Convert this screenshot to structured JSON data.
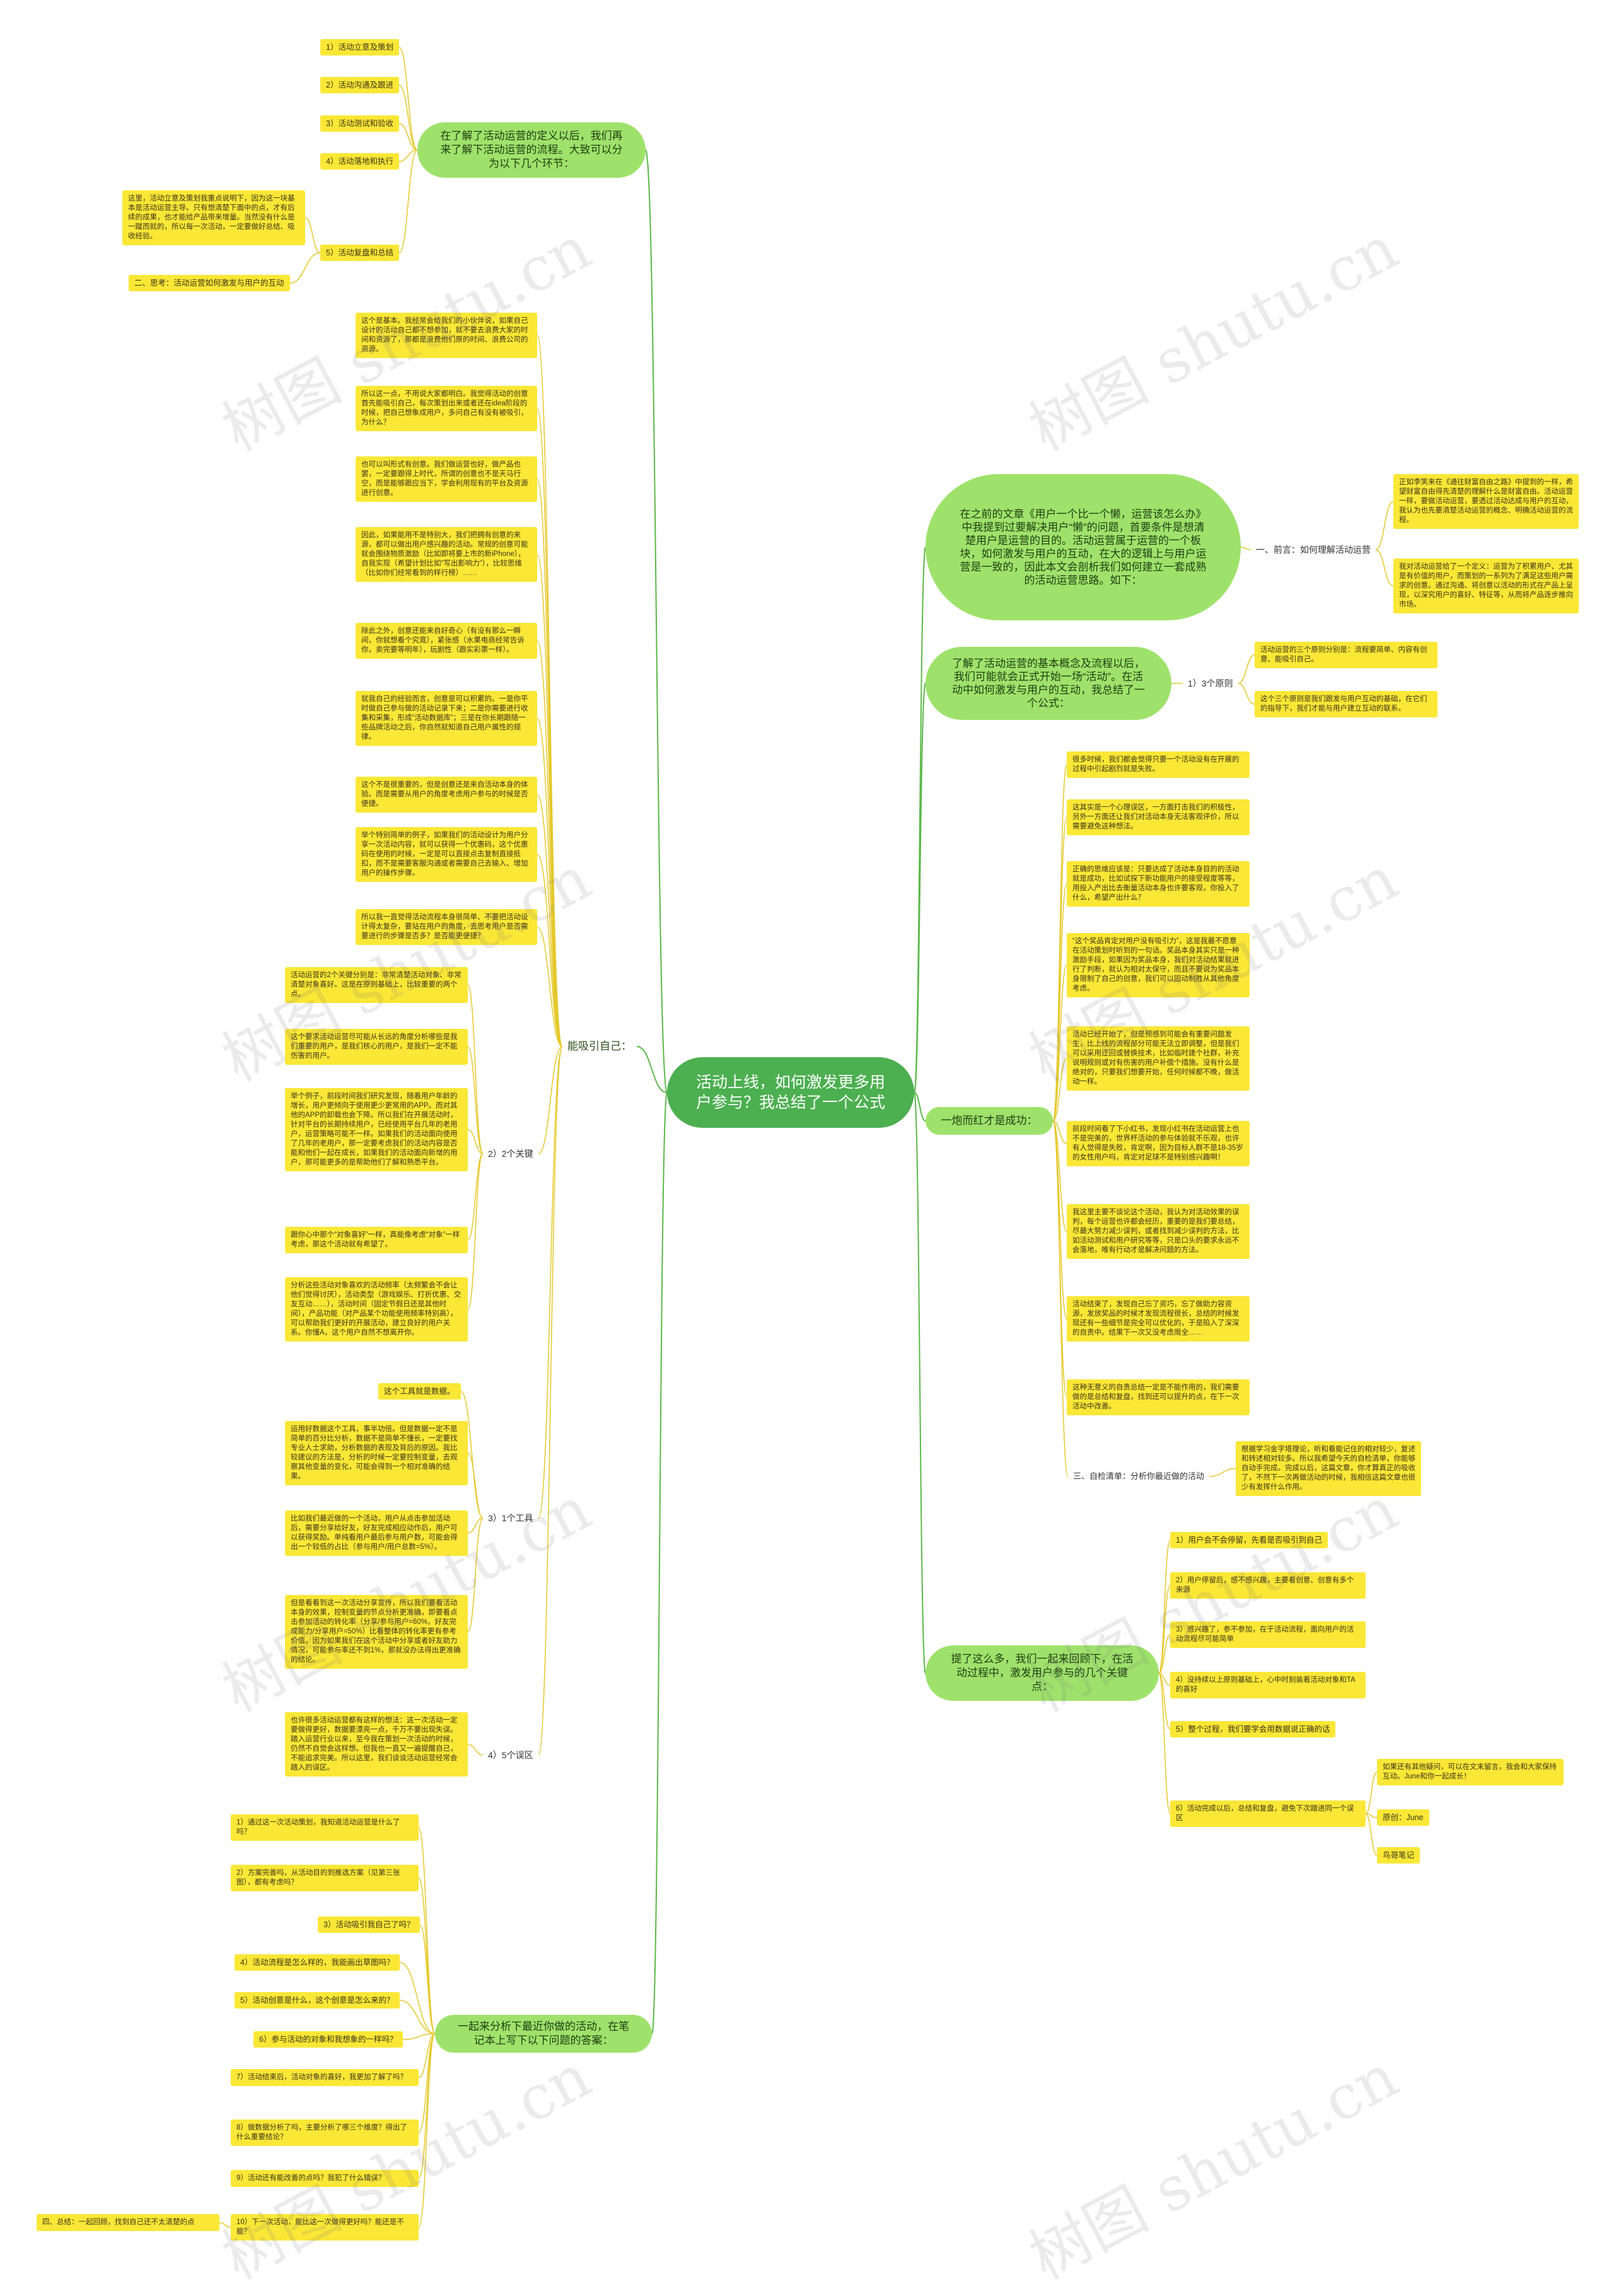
{
  "root": "活动上线，如何激发更多用户参与？我总结了一个公式",
  "b1": {
    "text": "在了解了活动运营的定义以后，我们再来了解下活动运营的流程。大致可以分为以下几个环节：",
    "items": [
      "1）活动立意及策划",
      "2）活动沟通及跟进",
      "3）活动测试和验收",
      "4）活动落地和执行",
      "5）活动复盘和总结"
    ],
    "note": "这里，活动立意及策划我重点说明下，因为这一块基本是活动运营主导。只有想清楚下面中的点，才有后续的成果，也才能给产品带来增量。当然没有什么是一蹴而就的，所以每一次活动，一定要做好总结、吸收经验。",
    "think": "二、思考：活动运营如何激发与用户的互动"
  },
  "b2": {
    "text": "在之前的文章《用户一个比一个懒，运营该怎么办》中我提到过要解决用户“懒”的问题，首要条件是想清楚用户是运营的目的。活动运营属于运营的一个板块，如何激发与用户的互动，在大的逻辑上与用户运营是一致的，因此本文会剖析我们如何建立一套成熟的活动运营思路。如下：",
    "label": "一、前言：如何理解活动运营",
    "notes": [
      "正如李笑来在《通往财富自由之路》中提到的一样，希望财富自由得先清楚的理解什么是财富自由。活动运营一样，要做活动运营，要透过活动达成与用户的互动，我认为也先要清楚活动运营的概念、明确活动运营的流程。",
      "我对活动运营给了一个定义：运营为了积累用户、尤其是有价值的用户，而策划的一系列为了满足这些用户需求的创意。通过沟通、将创意以活动的形式在产品上呈现，以深究用户的喜好、特征等，从而将产品逐步推向市场。"
    ]
  },
  "b3": {
    "text": "了解了活动运营的基本概念及流程以后，我们可能就会正式开始一场“活动”。在活动中如何激发与用户的互动，我总结了一个公式：",
    "label": "1）3个原则",
    "notes": [
      "活动运营的三个原则分别是：流程要简单、内容有创意、能吸引自己。",
      "这个三个原则是我们跟发与用户互动的基础，在它们的指导下，我们才能与用户建立互动的联系。"
    ]
  },
  "b4": {
    "label": "能吸引自己：",
    "notes": [
      "这个是基本。我经常会给我们的小伙伴说，如果自己设计的活动自己都不想参加，就不要去浪费大家的时间和资源了，那都是浪费他们原的时间、浪费公司的资源。",
      "所以这一点，不用说大家都明白。我觉得活动的创意首先能吸引自己，每次策划出来或者还在idea阶段的时候，把自己想象成用户，多问自己有没有被吸引，为什么？",
      "也可以叫形式有创意。我们做运营也好，做产品也罢，一定要跟得上时代，所谓的创意也不是天马行空，而是能够跟应当下，学会利用现有的平台及资源进行创意。",
      "因此，如果能用不是特别大，我们把拥有创意的来源，都可以做出用户感兴趣的活动。常规的创意可能就会围绕物质激励（比如即将要上市的新iPhone），自我实现（希望计划比如“写出影响力”），比较思维（比如你们经常看到的样行榜）……",
      "除此之外，创意还能来自好奇心（有没有那么一瞬间，你就想看个究竟），紧张感（水果电商经常告诉你，卖完要等明年），玩剧性（跟实彩票一样）。",
      "就我自己的经验而言，创意是可以积累的。一是你平时做自己参与做的活动记录下来；二是你需要进行收集和采集，形成“活动数据库”；三是在你长期跟随一些品牌活动之后，你自然就知道自己用户属性的规律。",
      "这个不是很重要的，但是创意还是来自活动本身的体验。而是需要从用户的角度考虑用户参与的时候是否便捷。",
      "举个特别简单的例子，如果我们的活动设计为用户分享一次活动内容，就可以获得一个优惠码，这个优惠码在使用的时候，一定是可以直接点击复制直接抵扣，而不是需要客服沟通或者需要自己去输入、增加用户的操作步骤。",
      "所以我一直觉得活动流程本身很简单、不要把活动设计得太复杂，要站在用户的角度，去思考用户是否需要进行的步骤是否多？是否能更便捷？"
    ]
  },
  "b5": {
    "label": "2）2个关键",
    "notes": [
      "活动运营的2个关键分别是：非常清楚活动对象、非常清楚对象喜好。这是在原则基础上，比较重要的两个点。",
      "这个要求活动运营尽可能从长远的角度分析哪些是我们重要的用户，是我们核心的用户，是我们一定不能伤害的用户。",
      "举个例子，前段时间我们研究发现，随着用户年龄的增长，用户更倾向于使用更少更常用的APP。而对其他的APP的卸载也会下降。所以我们在开展活动时，针对平台的长期持续用户，已经使用平台几年的老用户，运营策略可能不一样。如果我们的活动面向使用了几年的老用户，那一定要考虑我们的活动内容是否能和他们一起在成长，如果我们的活动面向新增的用户，那可能更多的是帮助他们了解和熟悉平台。",
      "跟你心中那个“对象喜好”一样，真能像考虑“对象”一样考虑，那这个活动就有希望了。",
      "分析这些活动对象喜欢的活动频率（太频繁会不会让他们觉得讨厌），活动类型（游戏娱乐、打折优惠、交友互动……），活动时间（固定节假日还是其他时间），产品功能（对产品某个功能使用频率特别高），可以帮助我们更好的开展活动，建立良好的用户关系。你懂A，这个用户自然不想离开你。"
    ]
  },
  "b6": {
    "label": "3）1个工具",
    "notes": [
      "这个工具就是数据。",
      "运用好数据这个工具，事半功倍。但是数据一定不是简单的百分比分析，数据不是简单不懂长，一定要找专业人士求助，分析数据的表现及背后的原因。我比较建议的方法是，分析的时候一定要控制变量，去观察其他变量的变化，可能会得到一个相对准确的结果。",
      "比如我们最近做的一个活动，用户从点击参加活动后，需要分享给好友，好友完成相应动作后，用户可以获得奖励。单纯看用户最后参与用户数，可能会得出一个较低的占比（参与用户/用户总数=5%）。",
      "但是看看到这一次活动分享宣传，所以我们要看活动本身的效果，控制变量的节点分析更准确，即要看点击参加活动的转化率（分享/参与用户=60%，好友完成能力/分享用户=50%）比看整体的转化率更有参考价值。因为如果我们在这个活动中分享或者好友助力情况，可能参与率还不到1%，那就没办法得出更准确的结论。"
    ]
  },
  "b7": {
    "label": "4）5个误区",
    "note": "也许很多活动运营都有这样的想法：这一次活动一定要做得更好，数据要漂亮一点，千万不要出现失误。踏入运营行业以来，至今我在策划一次活动的时候，仍然不自觉会这样想。但我也一直又一遍提醒自己，不能追求完美。所以这里，我们谈谈活动运营经常会踏入的误区。"
  },
  "b8": {
    "label": "一炮而红才是成功：",
    "notes": [
      "很多时候，我们都会觉得只要一个活动没有在开展的过程中引起剧烈就是失败。",
      "这其实是一个心理误区，一方面打击我们的积极性，另外一方面还让我们对活动本身无法客观评价，所以需要避免这种想法。",
      "正确的思维应该是：只要达成了活动本身目的的活动就是成功，比如试探下新功能用户的接受程度等等，用投入产出比去衡量活动本身也许要客观，你投入了什么，希望产出什么？",
      "“这个奖品肯定对用户没有吸引力”，这是我最不愿意在活动策划时听到的一句话。奖品本身其实只是一种激励手段，如果因为奖品本身，我们对活动结果就进行了判断，就认为相对太保守，而且不要说为奖品本身限制了自己的创意，我们可以固动制胜从其他角度考虑。",
      "活动已经开始了，但是预感到可能会有重要问题发生，比上线的流程部分可能无法立即调整，但是我们可以采用迂回或替换技术，比如临时建个社群，补充说明规则或对有伤害的用户补偿个措施。没有什么是绝对的，只要我们想要开始，任何时候都不晚，做活动一样。",
      "前段时间看了下小红书，发现小红书在活动运营上也不是完美的，世界杯活动的参与体验就不乐观，也许有人觉得是失败，肯定啊，因为目标人群不是18-35岁的女性用户吗，肯定对足球不是特别感兴趣啊！",
      "我这里主要不谈论这个活动，我认为对活动效果的误判，每个运营也许都会经历，重要的是我们要总结，尽最大努力减少误判，或者找到减少误判的方法，比如活动测试和用户研究等等，只是口头的要求永远不会落地，唯有行动才是解决问题的方法。",
      "活动结束了，发现自己忘了资巧，忘了做助力容资源，发放奖品的时候才发现流程很长，总结的时候发现还有一些细节是完全可以优化的，于是陷入了深深的自责中。结果下一次又没考虑周全……",
      "这种无意义的自责总结一定是不能作用的，我们需要做的是总结和复盘，找到还可以提升的点，在下一次活动中改善。"
    ],
    "label2": "三、自检清单：分析你最近做的活动",
    "note2": "根据学习金字塔理论，听和看能记住的相对较少，复述和转述相对较多。所以我希望今天的自检清单，你能够自动手完成。完成以后，这篇文章，你才算真正的吸收了，不然下一次再做活动的时候，我相信这篇文章也很少有发挥什么作用。"
  },
  "b9": {
    "text": "提了这么多，我们一起来回顾下，在活动过程中，激发用户参与的几个关键点：",
    "items": [
      "1）用户会不会停留，先看是否吸引到自己",
      "2）用户停留后，感不感兴趣，主要看创意、创意有多个来源",
      "3）感兴趣了，参不参加，在于活动流程，面向用户的活动流程尽可能简单",
      "4）没持续以上原则基础上，心中时刻装着活动对象和TA的喜好",
      "5）整个过程，我们要学会用数据说正确的话",
      "6）活动完成以后，总结和复盘，避免下次踏进同一个误区"
    ],
    "subs": [
      "如果还有其他疑问，可以在文末留言，我会和大家保持互动。June和你一起成长！",
      "原创：June",
      "鸟哥笔记"
    ]
  },
  "b10": {
    "text": "一起来分析下最近你做的活动，在笔记本上写下以下问题的答案：",
    "items": [
      "1）通过这一次活动策划，我知道活动运营是什么了吗？",
      "2）方案完善吗，从活动目的到推选方案（见第三张图），都有考虑吗？",
      "3）活动吸引我自己了吗？",
      "4）活动流程是怎么样的，我能画出草图吗？",
      "5）活动创意是什么，这个创意是怎么来的？",
      "6）参与活动的对象和我想象的一样吗？",
      "7）活动结束后，活动对象的喜好，我更加了解了吗？",
      "8）做数据分析了吗，主要分析了哪三个维度？得出了什么重要结论？",
      "9）活动还有能改善的点吗？我犯了什么错误？",
      "10）下一次活动，能比这一次做得更好吗？能还是不能？"
    ],
    "summary": "四、总结：一起回顾，找到自己还不太清楚的点"
  },
  "watermark": "树图 shutu.cn"
}
